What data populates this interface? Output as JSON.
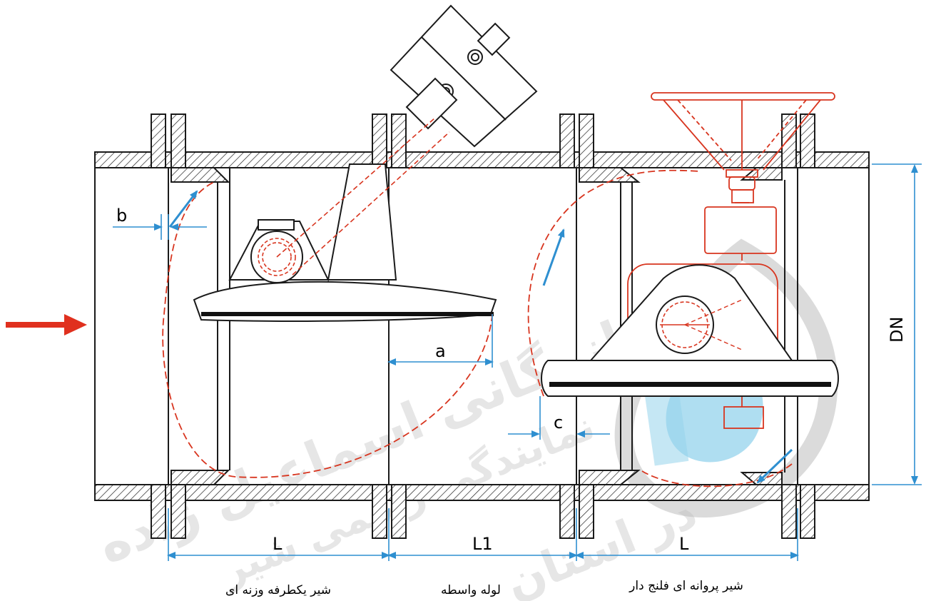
{
  "dimensions": {
    "b": "b",
    "a": "a",
    "c": "c",
    "dn": "DN",
    "l_left": "L",
    "l1": "L1",
    "l_right": "L"
  },
  "captions": {
    "check_valve": "شیر یکطرفه وزنه ای",
    "spool_pipe": "لوله واسطه",
    "butterfly_valve": "شیر پروانه ای فلنج دار"
  },
  "watermark": {
    "line1": "بازرگانی اسماعیل زاده",
    "line2": "نمایندگی رسمی شیر",
    "line3": "در استان"
  },
  "colors": {
    "outline": "#1a1a1a",
    "red_dashed": "#d8351f",
    "dimension_blue": "#2e8fd0",
    "flow_arrow": "#e0301e",
    "watermark_logo": "#3fb0dd"
  },
  "icons": {
    "flow": "flow-direction-arrow-icon",
    "logo": "company-logo-icon"
  }
}
